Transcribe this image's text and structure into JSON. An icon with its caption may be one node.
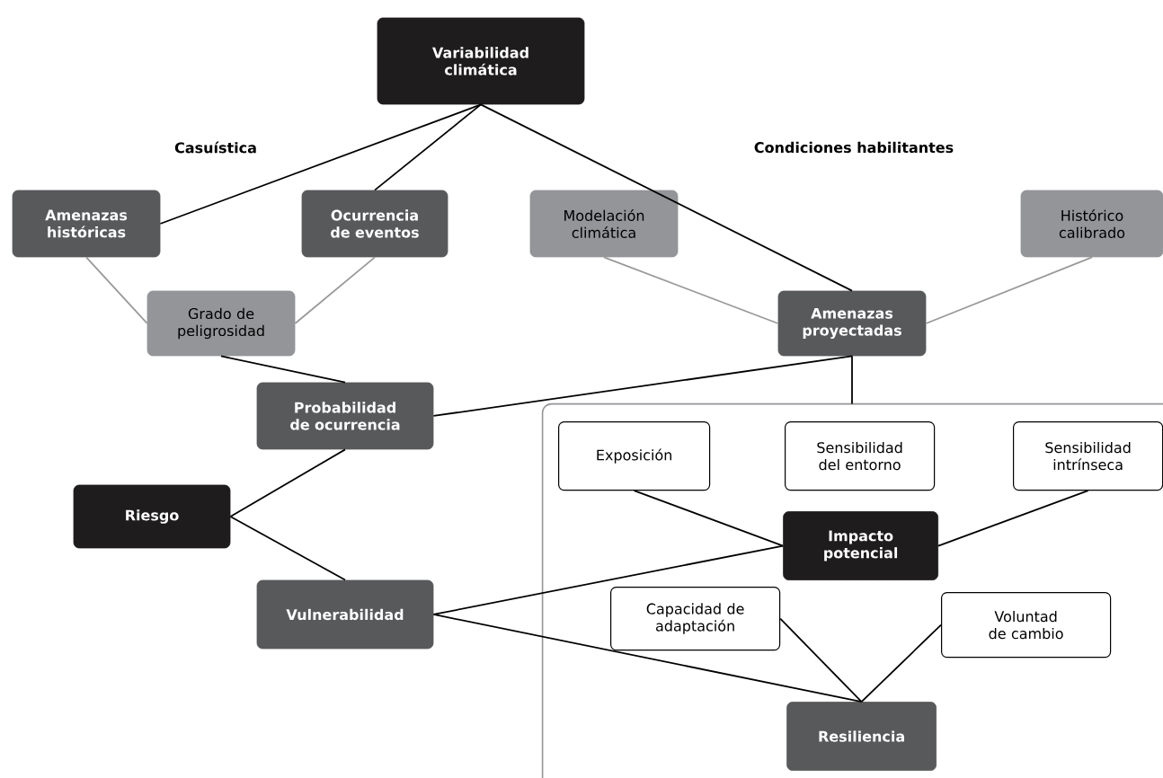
{
  "diagram": {
    "nodes": [
      {
        "text": [
          "Variabilidad climática"
        ]
      },
      {
        "text": [
          "Amenazas históricas"
        ]
      },
      {
        "text": [
          "Ocurrencia de eventos"
        ]
      },
      {
        "text": [
          "Modelación climática"
        ]
      },
      {
        "text": [
          "Histórico calibrado"
        ]
      },
      {
        "text": [
          "Grado de peligrosidad"
        ]
      },
      {
        "text": [
          "Amenazas proyectadas"
        ]
      },
      {
        "text": [
          "Probabilidad de ocurrencia"
        ]
      },
      {
        "text": [
          "Riesgo"
        ]
      },
      {
        "text": [],
        "shape": "box"
      },
      {
        "text": [
          "Exposición"
        ],
        "in": 9
      },
      {
        "text": [
          "Sensibilidad del entorno"
        ],
        "in": 9
      },
      {
        "text": [
          "Sensibilidad intrínseca"
        ],
        "in": 9
      },
      {
        "text": [
          "Vulnerabilidad"
        ]
      },
      {
        "text": [
          "Impacto potencial"
        ],
        "in": 9
      },
      {
        "text": [
          "Capacidad de adaptación"
        ],
        "in": 9
      },
      {
        "text": [
          "Voluntad de cambio"
        ],
        "in": 9
      },
      {
        "text": [
          "Resiliencia"
        ],
        "in": 9
      }
    ],
    "edges": [
      {
        "from": 0,
        "to": 1,
        "arrow": "none"
      },
      {
        "from": 0,
        "to": 2,
        "arrow": "none"
      },
      {
        "from": 0,
        "to": 6,
        "arrow": "none"
      },
      {
        "from": 1,
        "to": 5,
        "arrow": "none",
        "color": "#999999"
      },
      {
        "from": 2,
        "to": 5,
        "arrow": "none",
        "color": "#999999"
      },
      {
        "from": 3,
        "to": 6,
        "arrow": "none",
        "color": "#999999"
      },
      {
        "from": 4,
        "to": 6,
        "arrow": "none",
        "color": "#999999"
      },
      {
        "from": 5,
        "to": 7,
        "arrow": "none"
      },
      {
        "from": 6,
        "to": 7,
        "arrow": "none"
      },
      {
        "from": 6,
        "to": 9,
        "arrow": "none"
      },
      {
        "from": 7,
        "to": 8,
        "arrow": "none"
      },
      {
        "from": 8,
        "to": 13,
        "arrow": "none"
      },
      {
        "from": 13,
        "to": 14,
        "arrow": "none"
      },
      {
        "from": 13,
        "to": 17,
        "arrow": "none"
      },
      {
        "from": 10,
        "to": 14,
        "arrow": "none"
      },
      {
        "from": 12,
        "to": 14,
        "arrow": "none"
      },
      {
        "from": 15,
        "to": 17,
        "arrow": "none"
      },
      {
        "from": 16,
        "to": 17,
        "arrow": "none"
      }
    ],
    "labels": [
      "Casuística",
      "Condiciones habilitantes"
    ]
  }
}
